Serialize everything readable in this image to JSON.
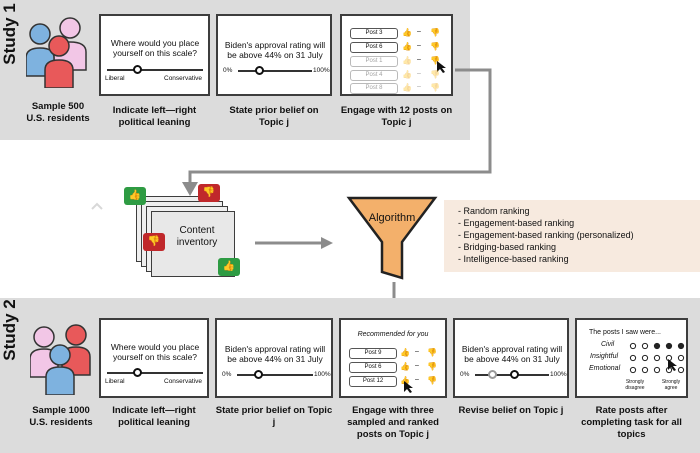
{
  "study1": {
    "label": "Study 1",
    "step1_caption": "Sample 500\nU.S. residents",
    "step2": {
      "question": "Where would you place yourself on this scale?",
      "left": "Liberal",
      "right": "Conservative",
      "caption": "Indicate left—right political leaning"
    },
    "step3": {
      "statement": "Biden's approval rating will be above 44% on 31 July",
      "left": "0%",
      "right": "100%",
      "caption": "State prior belief on Topic j"
    },
    "step4": {
      "posts": [
        "Post 3",
        "Post 6",
        "Post 1",
        "Post 4",
        "Post 8"
      ],
      "caption": "Engage with 12 posts on Topic j"
    }
  },
  "middle": {
    "inventory_label": "Content inventory",
    "algorithm_label": "Algorithm",
    "algorithms": [
      "Random ranking",
      "Engagement-based ranking",
      "Engagement-based ranking (personalized)",
      "Bridging-based ranking",
      "Intelligence-based ranking"
    ]
  },
  "study2": {
    "label": "Study 2",
    "step1_caption": "Sample 1000\nU.S. residents",
    "step2": {
      "question": "Where would you place yourself on this scale?",
      "left": "Liberal",
      "right": "Conservative",
      "caption": "Indicate left—right political leaning"
    },
    "step3": {
      "statement": "Biden's approval rating will be above 44% on 31 July",
      "left": "0%",
      "right": "100%",
      "caption": "State prior belief on Topic j"
    },
    "step4": {
      "header": "Recommended for you",
      "posts": [
        "Post 9",
        "Post 6",
        "Post 12"
      ],
      "caption": "Engage with three sampled and ranked posts on Topic j"
    },
    "step5": {
      "statement": "Biden's approval rating will be above 44% on 31 July",
      "left": "0%",
      "right": "100%",
      "caption": "Revise belief on Topic j"
    },
    "step6": {
      "intro": "The posts I saw were...",
      "rows": [
        "Civil",
        "Insightful",
        "Emotional"
      ],
      "low": "Strongly disagree",
      "high": "Strongly agree",
      "caption": "Rate posts after completing task for all topics"
    }
  }
}
